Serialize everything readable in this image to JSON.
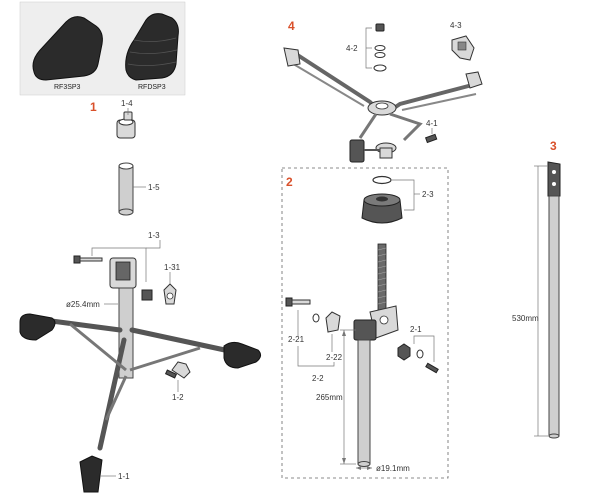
{
  "photo": {
    "left_label": "RF3SP3",
    "right_label": "RFDSP3"
  },
  "groups": {
    "g1": "1",
    "g2": "2",
    "g3": "3",
    "g4": "4"
  },
  "parts": {
    "p1_1": "1-1",
    "p1_2": "1-2",
    "p1_3": "1-3",
    "p1_31": "1-31",
    "p1_4": "1-4",
    "p1_5": "1-5",
    "p2_1": "2-1",
    "p2_2": "2-2",
    "p2_21": "2-21",
    "p2_22": "2-22",
    "p2_3": "2-3",
    "p4_1": "4-1",
    "p4_2": "4-2",
    "p4_3": "4-3"
  },
  "dimensions": {
    "tube_diameter": "ø25.4mm",
    "rod_length": "265mm",
    "rod_diameter": "ø19.1mm",
    "long_rod_length": "530mm"
  },
  "colors": {
    "group_number": "#d9502a",
    "rubber": "#2b2b2b",
    "metal": "#d9d9d9"
  }
}
